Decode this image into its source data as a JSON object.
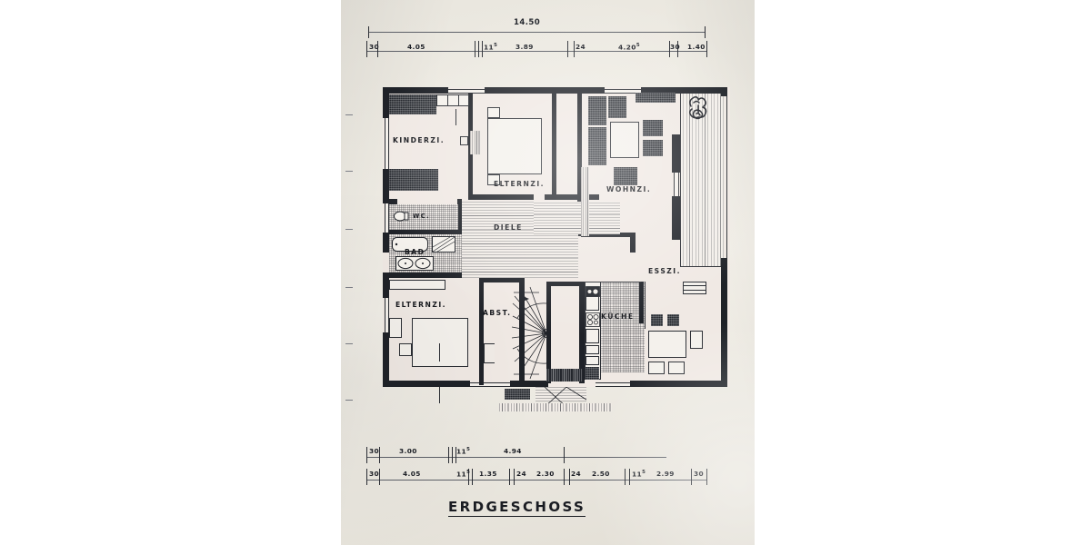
{
  "document": {
    "kind": "hand-drawn architectural floor plan",
    "title": "ERDGESCHOSS"
  },
  "rooms": [
    {
      "id": "kinderzi",
      "label": "KINDERZI."
    },
    {
      "id": "elternzi_top",
      "label": "ELTERNZI."
    },
    {
      "id": "wohnzi",
      "label": "WOHNZI."
    },
    {
      "id": "wc",
      "label": "WC."
    },
    {
      "id": "bad",
      "label": "BAD"
    },
    {
      "id": "diele",
      "label": "DIELE"
    },
    {
      "id": "esszi",
      "label": "ESSZI."
    },
    {
      "id": "elternzi_bottom",
      "label": "ELTERNZI."
    },
    {
      "id": "abst",
      "label": "ABST."
    },
    {
      "id": "kueche",
      "label": "KÜCHE"
    }
  ],
  "dimensions": {
    "top_overall": "14.50",
    "top_chain": [
      {
        "value": "30"
      },
      {
        "value": "4.05"
      },
      {
        "value": "11",
        "sup": "5"
      },
      {
        "value": "3.89"
      },
      {
        "value": "24"
      },
      {
        "value": "4.20",
        "sup": "5"
      },
      {
        "value": "30"
      },
      {
        "value": "1.40"
      }
    ],
    "bottom_chain_upper": [
      {
        "value": "30"
      },
      {
        "value": "3.00"
      },
      {
        "value": "11",
        "sup": "5"
      },
      {
        "value": "4.94"
      }
    ],
    "bottom_chain_lower": [
      {
        "value": "30"
      },
      {
        "value": "4.05"
      },
      {
        "value": "11",
        "sup": "5"
      },
      {
        "value": "1.35"
      },
      {
        "value": "24"
      },
      {
        "value": "2.30"
      },
      {
        "value": "24"
      },
      {
        "value": "2.50"
      },
      {
        "value": "11",
        "sup": "5"
      },
      {
        "value": "2.99"
      },
      {
        "value": "30"
      }
    ]
  },
  "colors": {
    "paper": "#efece4",
    "ink": "#1b1d22",
    "wall": "#1f2228",
    "room_fill": "#f0e9e4"
  }
}
